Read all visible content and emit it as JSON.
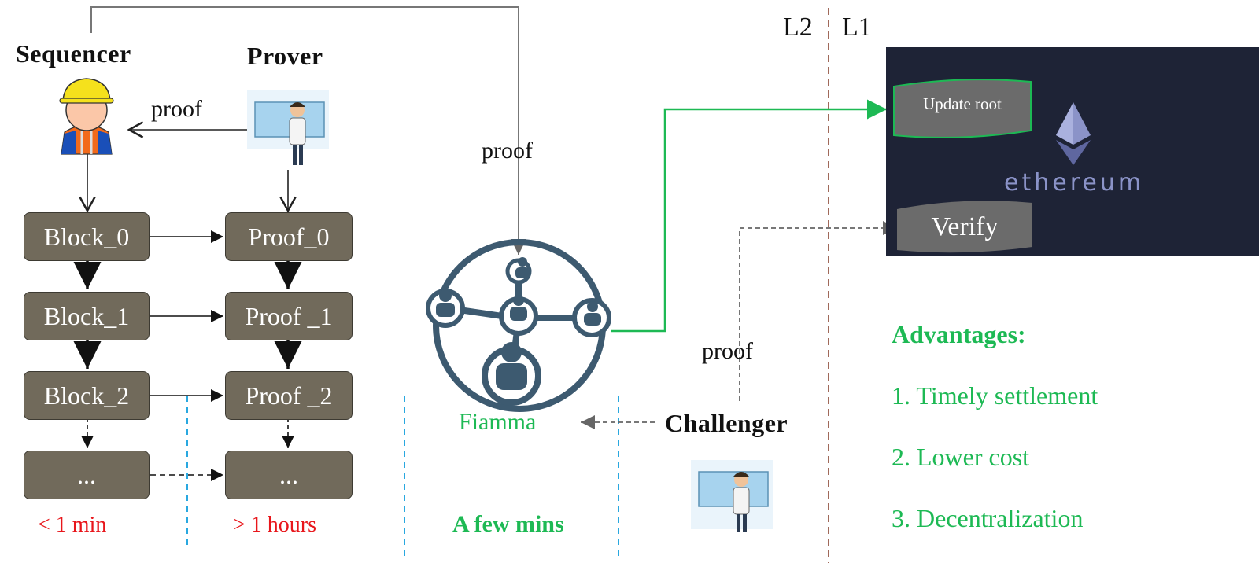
{
  "labels": {
    "sequencer": "Sequencer",
    "prover": "Prover",
    "challenger": "Challenger",
    "fiamma": "Fiamma",
    "proof_seq": "proof",
    "proof_top": "proof",
    "proof_challenger": "proof",
    "l2": "L2",
    "l1": "L1"
  },
  "blocks": [
    "Block_0",
    "Block_1",
    "Block_2",
    "..."
  ],
  "proofs": [
    "Proof_0",
    "Proof _1",
    "Proof _2",
    "..."
  ],
  "timings": {
    "sequencer": "< 1 min",
    "prover": "> 1 hours",
    "fiamma": "A few mins"
  },
  "ethereum": {
    "update_root": "Update root",
    "verify": "Verify",
    "logo_text": "ethereum"
  },
  "advantages": {
    "title": "Advantages:",
    "items": [
      "1. Timely settlement",
      "2. Lower cost",
      "3. Decentralization"
    ]
  },
  "colors": {
    "box": "#716a5b",
    "green": "#1db954",
    "red": "#e8161b",
    "blue_dash": "#29a8e0",
    "l1l2_divider": "#a0695a",
    "eth_bg": "#1e2336"
  }
}
